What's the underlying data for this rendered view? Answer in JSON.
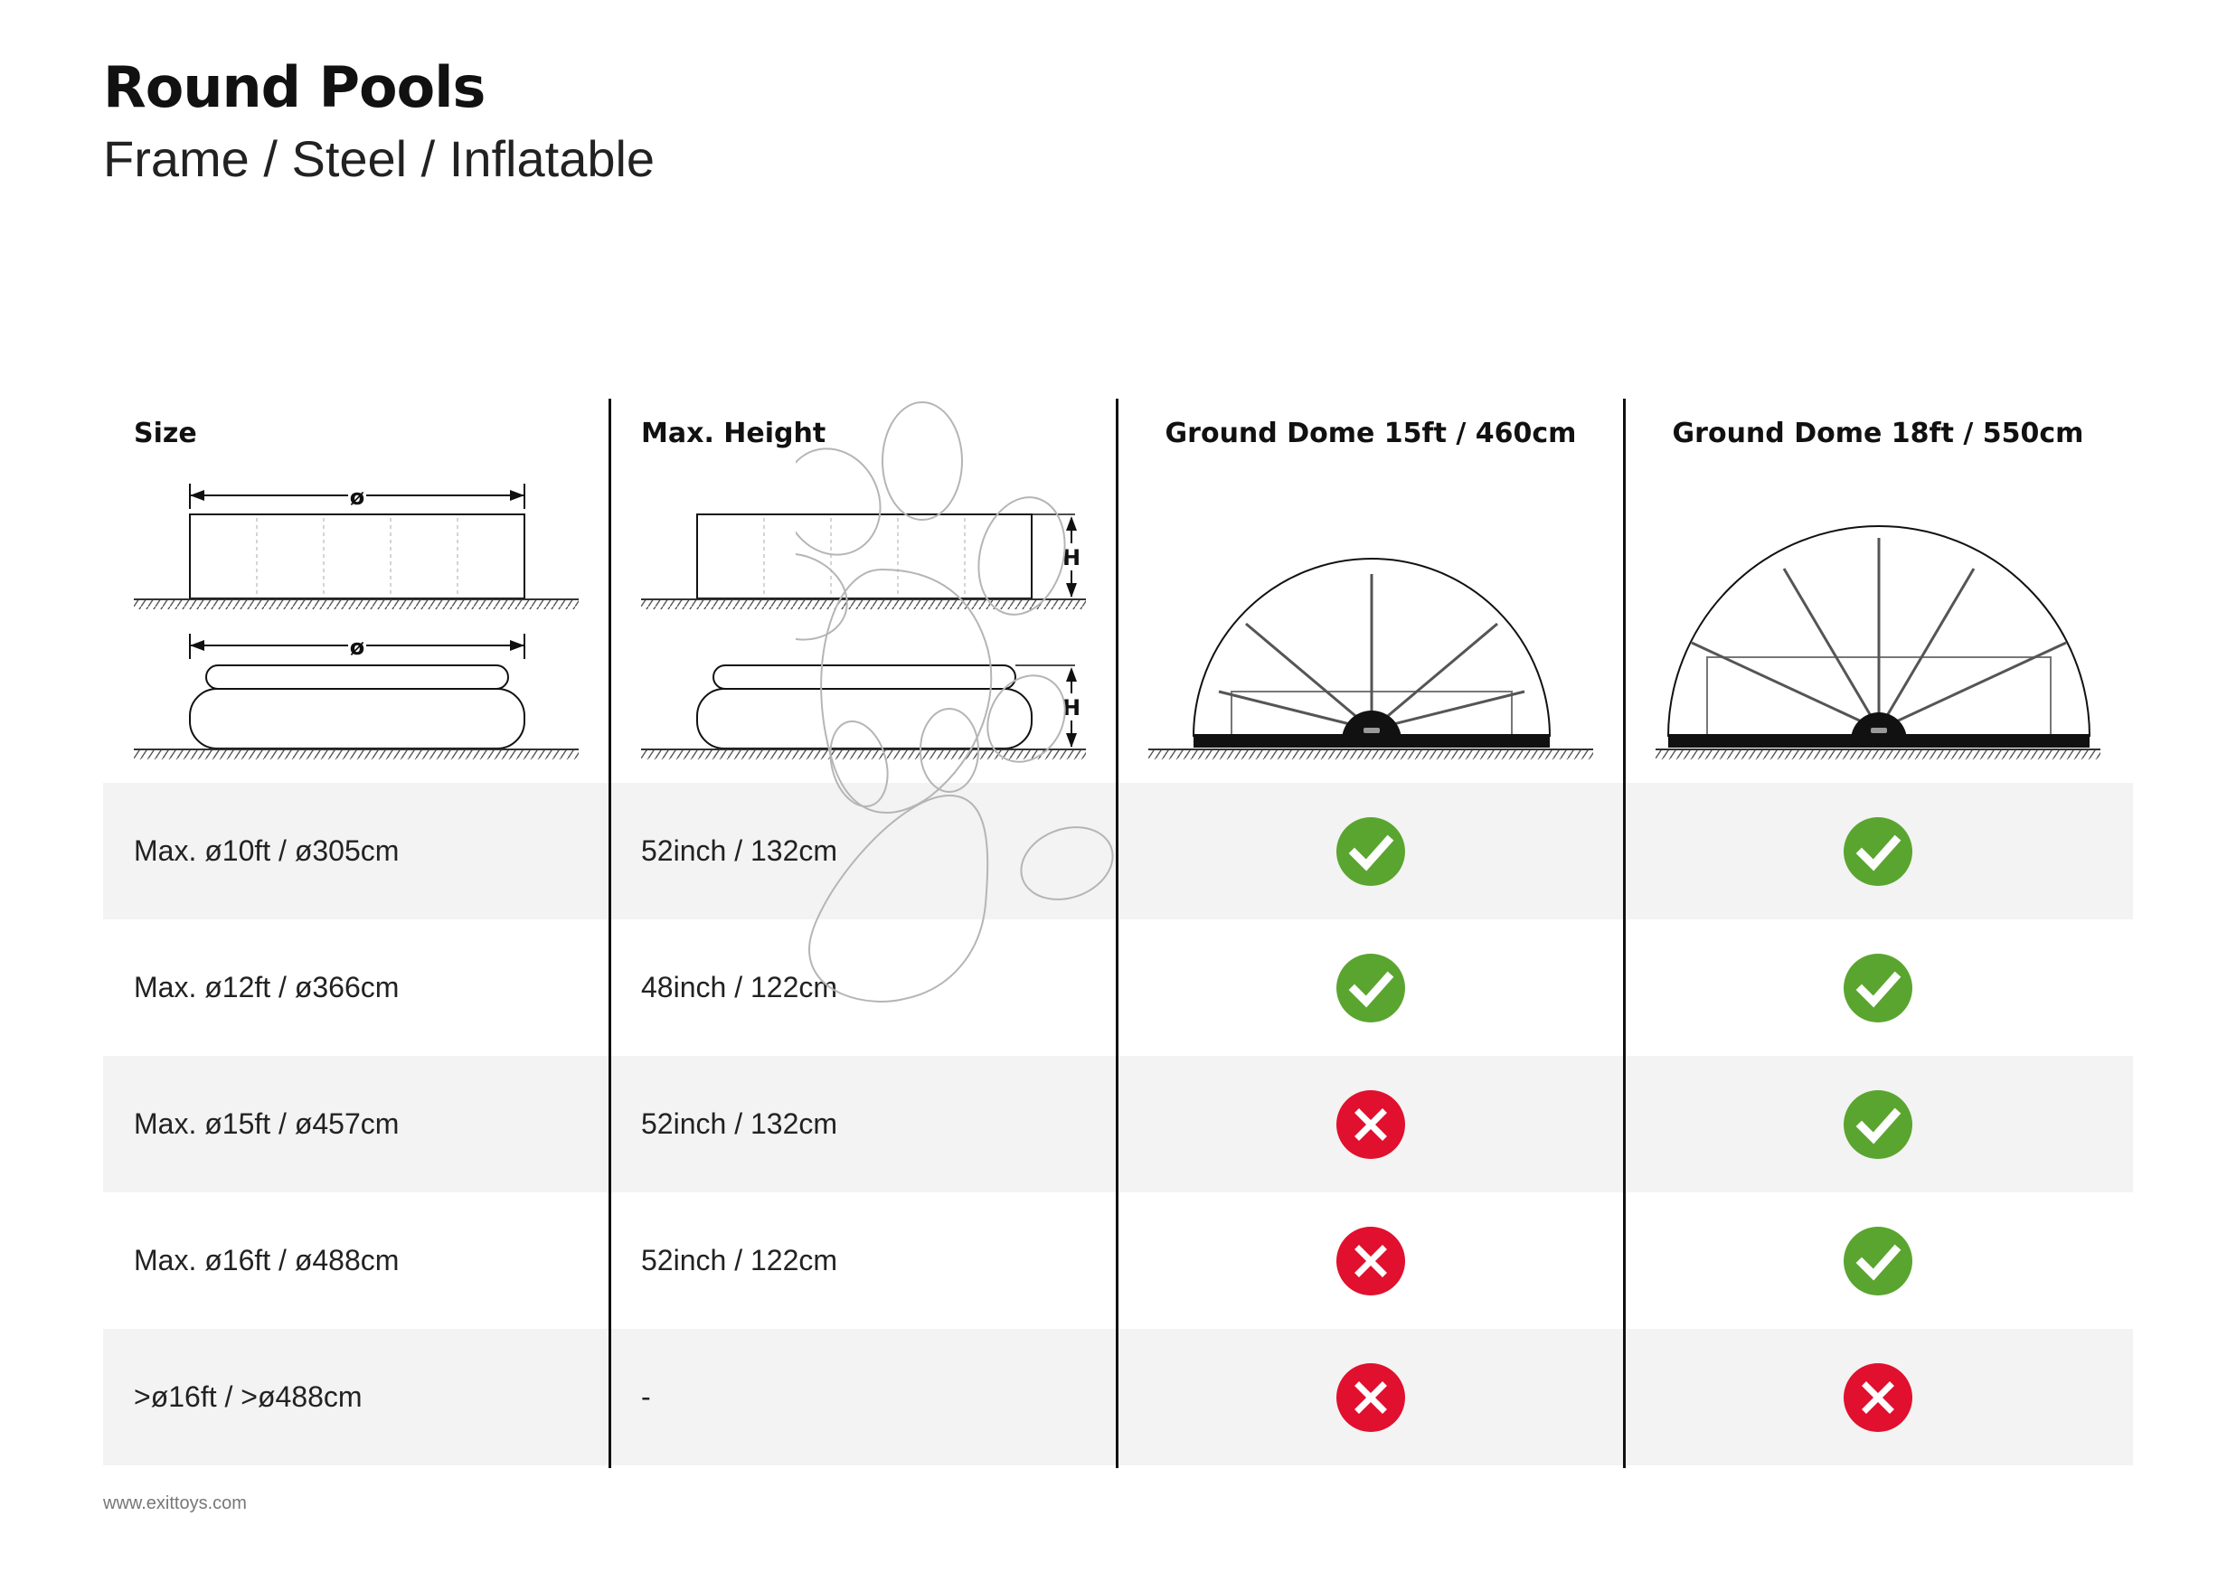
{
  "header": {
    "title": "Round Pools",
    "subtitle": "Frame / Steel / Inflatable"
  },
  "table": {
    "columns": [
      {
        "label": "Size"
      },
      {
        "label": "Max. Height"
      },
      {
        "label": "Ground Dome 15ft / 460cm"
      },
      {
        "label": "Ground Dome 18ft / 550cm"
      }
    ],
    "diagram_labels": {
      "diameter": "ø",
      "height": "H"
    },
    "rows": [
      {
        "size": "Max. ø10ft / ø305cm",
        "height": "52inch / 132cm",
        "dome15": "yes",
        "dome18": "yes"
      },
      {
        "size": "Max. ø12ft / ø366cm",
        "height": "48inch / 122cm",
        "dome15": "yes",
        "dome18": "yes"
      },
      {
        "size": "Max. ø15ft / ø457cm",
        "height": "52inch / 132cm",
        "dome15": "no",
        "dome18": "yes"
      },
      {
        "size": "Max. ø16ft / ø488cm",
        "height": "52inch / 122cm",
        "dome15": "no",
        "dome18": "yes"
      },
      {
        "size": ">ø16ft / >ø488cm",
        "height": "-",
        "dome15": "no",
        "dome18": "no"
      }
    ]
  },
  "icons": {
    "yes": "check-icon",
    "no": "cross-icon"
  },
  "colors": {
    "check": "#5aa52f",
    "cross": "#e0102e",
    "row_band": "#f3f3f3",
    "divider": "#111111"
  },
  "footer": {
    "url": "www.exittoys.com"
  }
}
